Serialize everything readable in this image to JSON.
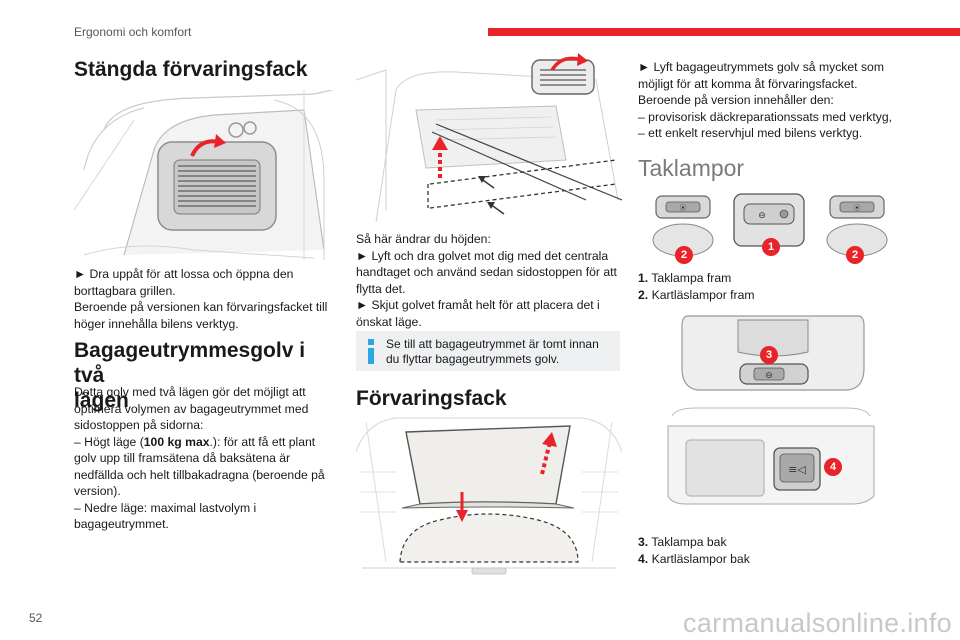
{
  "header": {
    "section": "Ergonomi och komfort",
    "accent_color": "#e8232a"
  },
  "col1": {
    "title1": "Stängda förvaringsfack",
    "p1_line1": "► Dra uppåt för att lossa och öppna den",
    "p1_line2": "borttagbara grillen.",
    "p1_line3": "Beroende på versionen kan förvaringsfacket till",
    "p1_line4": "höger innehålla bilens verktyg.",
    "title2_line1": "Bagageutrymmesgolv i två",
    "title2_line2": "lägen",
    "p2_line1": "Detta golv med två lägen gör det möjligt att",
    "p2_line2": "optimera volymen av bagageutrymmet med",
    "p2_line3": "sidostoppen på sidorna:",
    "p2_line4a": "– Högt läge (",
    "p2_line4b": "100 kg max",
    "p2_line4c": ".): för att få ett plant",
    "p2_line5": "golv upp till framsätena då baksätena är",
    "p2_line6": "nedfällda och helt tillbakadragna (beroende på",
    "p2_line7": "version).",
    "p2_line8": "– Nedre läge: maximal lastvolym i",
    "p2_line9": "bagageutrymmet."
  },
  "col2": {
    "p1_line1": "Så här ändrar du höjden:",
    "p1_line2": "► Lyft och dra golvet mot dig med det centrala",
    "p1_line3": "handtaget och använd sedan sidostoppen för att",
    "p1_line4": "flytta det.",
    "p1_line5": "► Skjut golvet framåt helt för att placera det i",
    "p1_line6": "önskat läge.",
    "info_line1": "Se till att bagageutrymmet är tomt innan",
    "info_line2": "du flyttar bagageutrymmets golv.",
    "title": "Förvaringsfack"
  },
  "col3": {
    "p1_line1": "► Lyft bagageutrymmets golv så mycket som",
    "p1_line2": "möjligt för att komma åt förvaringsfacket.",
    "p1_line3": "Beroende på version innehåller den:",
    "p1_line4": "– provisorisk däckreparationssats med verktyg,",
    "p1_line5": "– ett enkelt reservhjul med bilens verktyg.",
    "title": "Taklampor",
    "items_front": [
      {
        "num": "1.",
        "label": "Taklampa fram"
      },
      {
        "num": "2.",
        "label": "Kartläslampor fram"
      }
    ],
    "items_rear": [
      {
        "num": "3.",
        "label": "Taklampa bak"
      },
      {
        "num": "4.",
        "label": "Kartläslampor bak"
      }
    ]
  },
  "figures": {
    "badge_color": "#e8232a",
    "callouts": [
      "1",
      "2",
      "2",
      "3",
      "4"
    ]
  },
  "footer": {
    "page_number": "52",
    "watermark": "carmanualsonline.info"
  }
}
